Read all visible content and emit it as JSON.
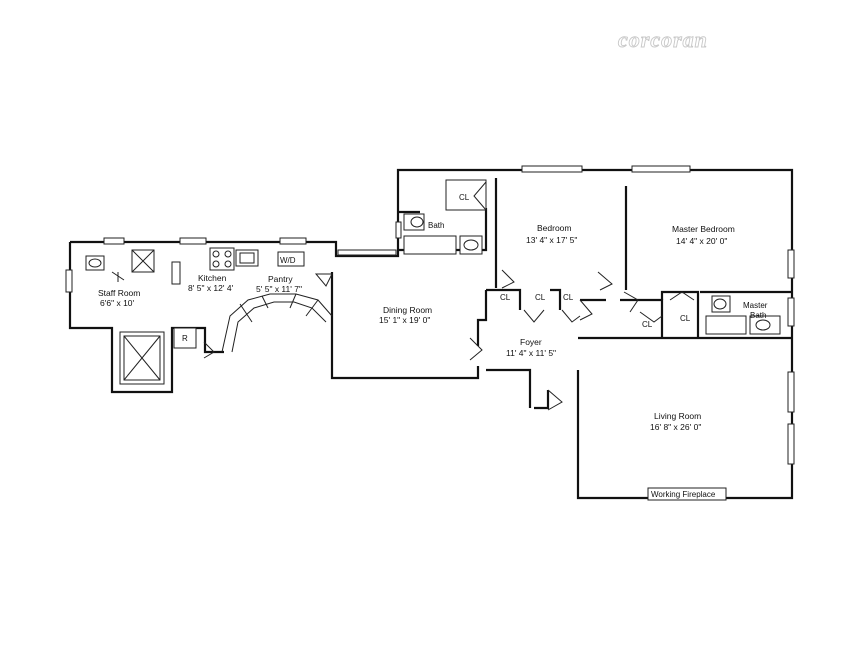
{
  "watermark": "corcoran",
  "rooms": {
    "staff_room": {
      "name": "Staff Room",
      "dims": "6'6\" x 10'"
    },
    "kitchen": {
      "name": "Kitchen",
      "dims": "8' 5\" x 12' 4'"
    },
    "pantry": {
      "name": "Pantry",
      "dims": "5' 5\" x 11' 7\""
    },
    "dining_room": {
      "name": "Dining Room",
      "dims": "15' 1\" x 19' 0\""
    },
    "bedroom": {
      "name": "Bedroom",
      "dims": "13' 4\" x 17' 5\""
    },
    "master_bedroom": {
      "name": "Master Bedroom",
      "dims": "14' 4\" x 20' 0\""
    },
    "foyer": {
      "name": "Foyer",
      "dims": "11' 4\" x 11' 5\""
    },
    "living_room": {
      "name": "Living Room",
      "dims": "16' 8\" x 26' 0\""
    }
  },
  "labels": {
    "bath": "Bath",
    "master_bath_line1": "Master",
    "master_bath_line2": "Bath",
    "closet": "CL",
    "washer_dryer": "W/D",
    "refrigerator": "R",
    "fireplace": "Working Fireplace"
  }
}
